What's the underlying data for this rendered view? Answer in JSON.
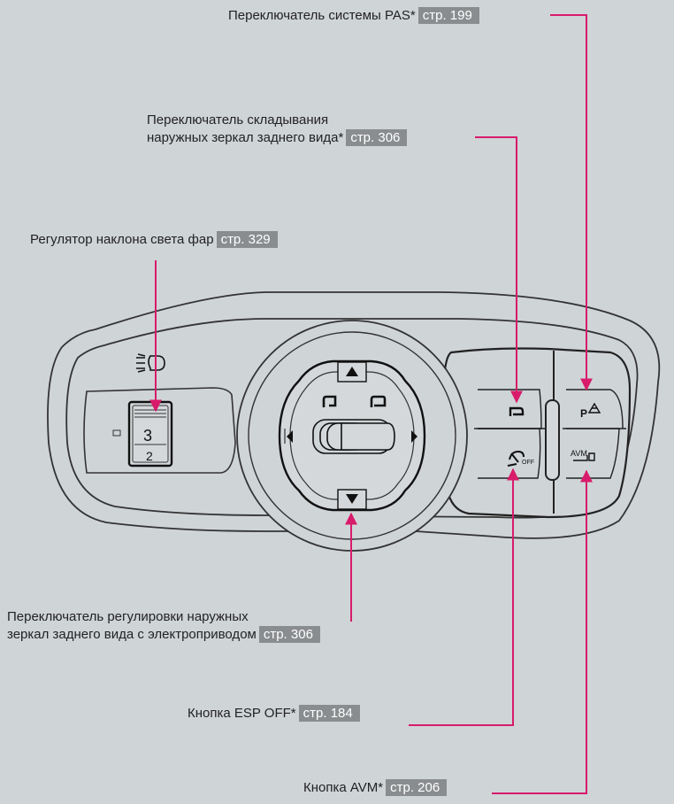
{
  "callouts": {
    "pas": {
      "text": "Переключатель системы PAS*",
      "page": "стр. 199"
    },
    "mirror_fold": {
      "line1": "Переключатель складывания",
      "line2": "наружных зеркал заднего вида*",
      "page": "стр. 306"
    },
    "headlight_level": {
      "text": "Регулятор наклона света фар",
      "page": "стр. 329"
    },
    "mirror_adjust": {
      "line1": "Переключатель регулировки наружных",
      "line2": "зеркал заднего вида с электроприводом",
      "page": "стр. 306"
    },
    "esp_off": {
      "text": "Кнопка ESP OFF*",
      "page": "стр. 184"
    },
    "avm": {
      "text": "Кнопка AVM*",
      "page": "стр. 206"
    }
  },
  "panel": {
    "dial_numbers": [
      "3",
      "2"
    ],
    "off_label": "OFF",
    "avm_label": "AVM"
  },
  "colors": {
    "background": "#cfd4d7",
    "leader": "#d81b6a",
    "panel_stroke": "#333333",
    "badge": "#8a8d8f"
  }
}
